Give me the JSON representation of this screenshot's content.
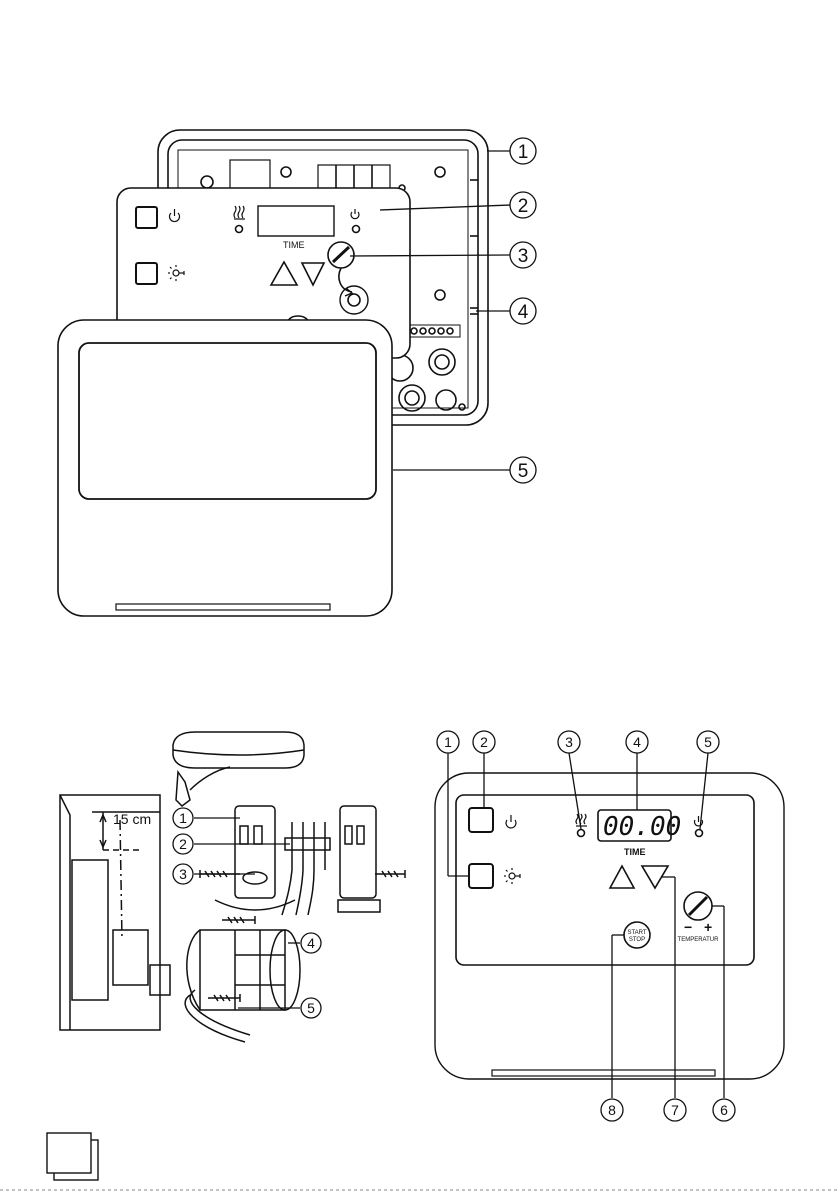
{
  "top_figure": {
    "panel_time_label": "TIME",
    "callouts": [
      "1",
      "2",
      "3",
      "4",
      "5"
    ]
  },
  "mount_figure": {
    "distance_label": "15 cm",
    "callouts": [
      "1",
      "2",
      "3",
      "4",
      "5"
    ]
  },
  "front_panel": {
    "display_value": "00.00",
    "time_label": "TIME",
    "start_stop_line1": "START",
    "start_stop_line2": "STOP",
    "temperature_label": "TEMPERATUR",
    "minus": "−",
    "plus": "+",
    "callouts_top": [
      "1",
      "2",
      "3",
      "4",
      "5"
    ],
    "callouts_bottom": [
      "8",
      "7",
      "6"
    ]
  },
  "icons": {
    "power": "power-icon",
    "light": "light-icon",
    "heater": "heater-icon",
    "up": "arrow-up-icon",
    "down": "arrow-down-icon"
  }
}
